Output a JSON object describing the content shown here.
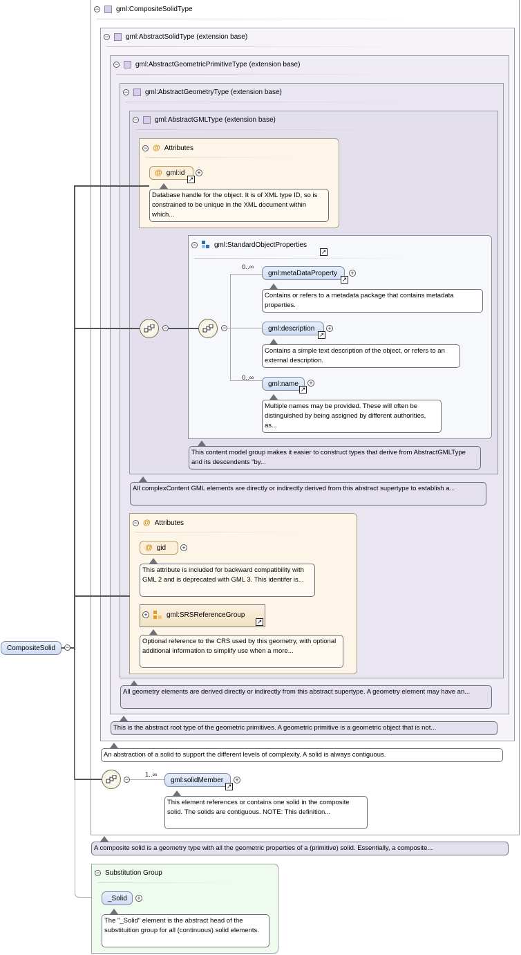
{
  "root": {
    "label": "CompositeSolid"
  },
  "types": {
    "composite": "gml:CompositeSolidType",
    "solid": "gml:AbstractSolidType (extension base)",
    "primitive": "gml:AbstractGeometricPrimitiveType (extension base)",
    "geometry": "gml:AbstractGeometryType (extension base)",
    "gml": "gml:AbstractGMLType (extension base)"
  },
  "attrs1": {
    "title": "Attributes",
    "id_label": "gml:id",
    "id_doc": "Database handle for the object.  It is of XML type ID, so is constrained to be unique in the XML document within which..."
  },
  "group": {
    "label": "gml:StandardObjectProperties",
    "doc": "This content model group makes it easier to construct types that derive from AbstractGMLType and its descendents \"by...",
    "items": [
      {
        "card": "0..∞",
        "label": "gml:metaDataProperty",
        "doc": "Contains or refers to a metadata package that contains metadata properties."
      },
      {
        "card": "",
        "label": "gml:description",
        "doc": "Contains a simple text description of the object, or refers to an external description."
      },
      {
        "card": "0..∞",
        "label": "gml:name",
        "doc": "Multiple names may be provided.  These will often be distinguished by being assigned by different authorities, as..."
      }
    ]
  },
  "gml_doc": "All complexContent GML elements are directly or indirectly derived from this abstract supertype to establish a...",
  "attrs2": {
    "title": "Attributes",
    "gid_label": "gid",
    "gid_doc": "This attribute is included for backward compatibility with GML 2 and is deprecated with GML 3. This identifer is...",
    "srs_label": "gml:SRSReferenceGroup",
    "srs_doc": "Optional reference to the CRS used by this geometry, with optional additional information to simplify use when a more..."
  },
  "geometry_doc": "All geometry elements are derived directly or indirectly from this abstract supertype. A geometry element may have an...",
  "primitive_doc": "This is the abstract root type of the geometric primitives. A geometric primitive is a geometric object that is not...",
  "solid_doc": "An abstraction of a solid to support the different levels of complexity. A solid is always contiguous.",
  "member": {
    "card": "1..∞",
    "label": "gml:solidMember",
    "doc": "This element references or contains one solid in the composite solid. The solids are contiguous. NOTE: This definition..."
  },
  "composite_doc": "A composite solid is a geometry type with all the geometric properties of a (primitive) solid. Essentially, a composite...",
  "subst": {
    "title": "Substitution Group",
    "label": "_Solid",
    "doc": "The \"_Solid\" element is the abstract head of the substituition group for all (continuous) solid elements."
  },
  "colors": {
    "type_fill": "#f4f2f8",
    "attr_fill": "#fdf6e8",
    "group_fill": "#f7f8fc",
    "subst_fill": "#eefbee",
    "doc_fill": "#e4e0ee"
  },
  "icons": {
    "collapse": "minus-circle-icon",
    "expand": "plus-circle-icon",
    "type": "complex-type-icon",
    "attribute": "at-sign-icon",
    "group": "model-group-icon",
    "attribute_group": "attribute-group-icon",
    "sequence": "sequence-icon",
    "link": "link-arrow-icon"
  }
}
